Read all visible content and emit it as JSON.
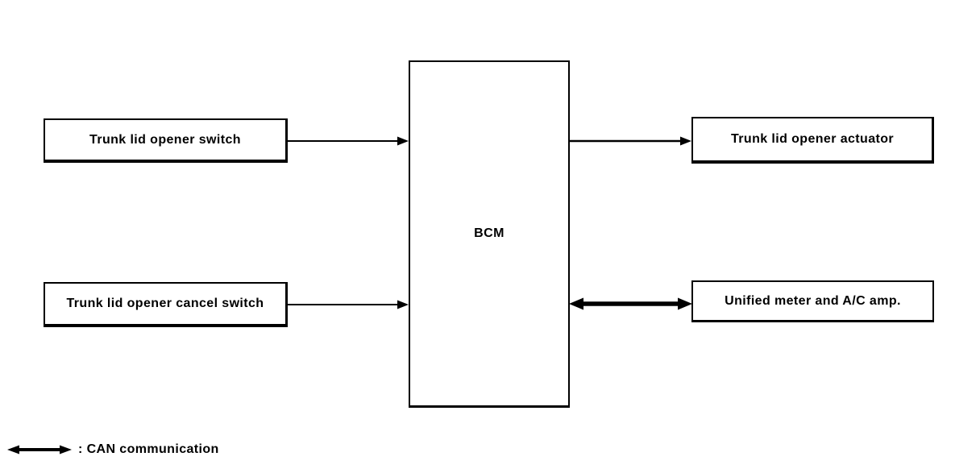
{
  "diagram": {
    "nodes": {
      "switch": {
        "label": "Trunk lid opener switch"
      },
      "cancel_switch": {
        "label": "Trunk lid opener cancel switch"
      },
      "bcm": {
        "label": "BCM"
      },
      "actuator": {
        "label": "Trunk lid opener actuator"
      },
      "unified_meter": {
        "label": "Unified meter and A/C amp."
      }
    },
    "connections": [
      {
        "from": "Trunk lid opener switch",
        "to": "BCM",
        "direction": "one-way",
        "style": "thin-arrow"
      },
      {
        "from": "Trunk lid opener cancel switch",
        "to": "BCM",
        "direction": "one-way",
        "style": "thin-arrow"
      },
      {
        "from": "BCM",
        "to": "Trunk lid opener actuator",
        "direction": "one-way",
        "style": "thin-arrow"
      },
      {
        "from": "BCM",
        "to": "Unified meter and A/C amp.",
        "direction": "two-way",
        "style": "thick-double-arrow",
        "meaning": "CAN communication"
      }
    ],
    "legend": {
      "symbol": "can-double-arrow-icon",
      "label": ": CAN communication"
    },
    "colors": {
      "foreground": "#000000",
      "background": "#ffffff"
    }
  }
}
